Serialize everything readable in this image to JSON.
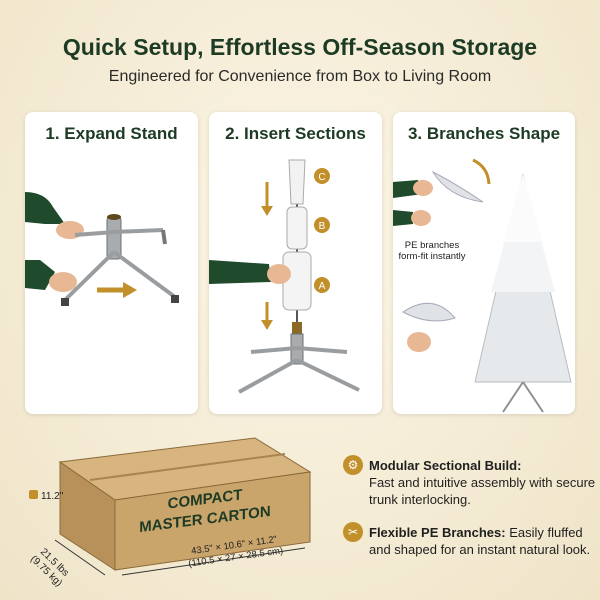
{
  "header": {
    "title": "Quick Setup, Effortless Off-Season Storage",
    "subtitle": "Engineered for Convenience from Box to Living Room"
  },
  "steps": [
    {
      "label": "1. Expand Stand"
    },
    {
      "label": "2. Insert Sections",
      "section_labels": [
        "C",
        "B",
        "A"
      ]
    },
    {
      "label": "3. Branches Shape",
      "note": "PE branches form-fit instantly"
    }
  ],
  "carton": {
    "label_line1": "COMPACT",
    "label_line2": "MASTER CARTON",
    "height": "11.2\"",
    "weight_lbs": "21.5 lbs",
    "weight_kg": "(9.75 kg)",
    "dims_in": "43.5\" × 10.6\" × 11.2\"",
    "dims_cm": "(110.5 × 27 × 28.5 cm)"
  },
  "features": [
    {
      "icon": "gear-icon",
      "title": "Modular Sectional Build:",
      "text": "Fast and intuitive assembly with secure trunk interlocking."
    },
    {
      "icon": "leaf-icon",
      "title": "Flexible PE Branches:",
      "text": "Easily fluffed and shaped for an instant natural look."
    }
  ],
  "colors": {
    "heading_green": "#1d3b24",
    "accent_gold": "#c2902a",
    "box_brown": "#c9a46b",
    "sleeve_green": "#1f4a2b"
  }
}
